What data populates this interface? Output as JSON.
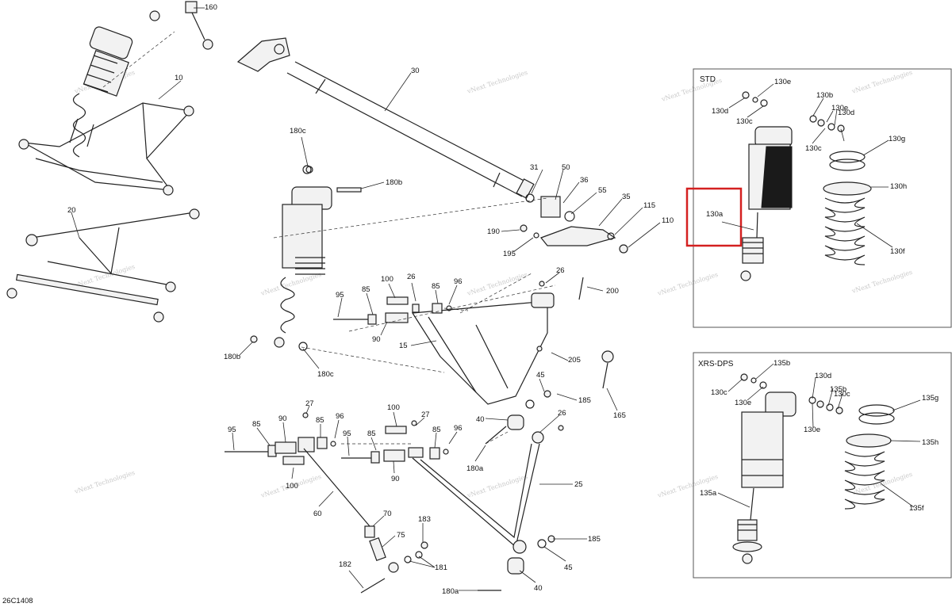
{
  "diagram_id": "26C1408",
  "watermark": "vNext Technologies",
  "panels": {
    "std": "STD",
    "xrs": "XRS-DPS"
  },
  "colors": {
    "highlight": "#d42020",
    "line": "#222222"
  },
  "callouts": [
    {
      "id": "c160",
      "label": "160"
    },
    {
      "id": "c10",
      "label": "10"
    },
    {
      "id": "c30",
      "label": "30"
    },
    {
      "id": "c20",
      "label": "20"
    },
    {
      "id": "c180c_a",
      "label": "180c"
    },
    {
      "id": "c180b_a",
      "label": "180b"
    },
    {
      "id": "c31",
      "label": "31"
    },
    {
      "id": "c50",
      "label": "50"
    },
    {
      "id": "c36",
      "label": "36"
    },
    {
      "id": "c55",
      "label": "55"
    },
    {
      "id": "c35",
      "label": "35"
    },
    {
      "id": "c115",
      "label": "115"
    },
    {
      "id": "c110",
      "label": "110"
    },
    {
      "id": "c190",
      "label": "190"
    },
    {
      "id": "c195",
      "label": "195"
    },
    {
      "id": "c26_a",
      "label": "26"
    },
    {
      "id": "c26_b",
      "label": "26"
    },
    {
      "id": "c100_a",
      "label": "100"
    },
    {
      "id": "c85_a",
      "label": "85"
    },
    {
      "id": "c85_b",
      "label": "85"
    },
    {
      "id": "c96_a",
      "label": "96"
    },
    {
      "id": "c200",
      "label": "200"
    },
    {
      "id": "c95_a",
      "label": "95"
    },
    {
      "id": "c90_a",
      "label": "90"
    },
    {
      "id": "c15",
      "label": "15"
    },
    {
      "id": "c180b_b",
      "label": "180b"
    },
    {
      "id": "c180c_b",
      "label": "180c"
    },
    {
      "id": "c205",
      "label": "205"
    },
    {
      "id": "c45_a",
      "label": "45"
    },
    {
      "id": "c185_a",
      "label": "185"
    },
    {
      "id": "c165",
      "label": "165"
    },
    {
      "id": "c40_a",
      "label": "40"
    },
    {
      "id": "c26_c",
      "label": "26"
    },
    {
      "id": "c27_a",
      "label": "27"
    },
    {
      "id": "c27_b",
      "label": "27"
    },
    {
      "id": "c95_b",
      "label": "95"
    },
    {
      "id": "c85_c",
      "label": "85"
    },
    {
      "id": "c90_b",
      "label": "90"
    },
    {
      "id": "c85_d",
      "label": "85"
    },
    {
      "id": "c96_b",
      "label": "96"
    },
    {
      "id": "c100_b",
      "label": "100"
    },
    {
      "id": "c95_c",
      "label": "95"
    },
    {
      "id": "c85_e",
      "label": "85"
    },
    {
      "id": "c85_f",
      "label": "85"
    },
    {
      "id": "c96_c",
      "label": "96"
    },
    {
      "id": "c100_c",
      "label": "100"
    },
    {
      "id": "c90_c",
      "label": "90"
    },
    {
      "id": "c180a_a",
      "label": "180a"
    },
    {
      "id": "c25",
      "label": "25"
    },
    {
      "id": "c60",
      "label": "60"
    },
    {
      "id": "c70",
      "label": "70"
    },
    {
      "id": "c183",
      "label": "183"
    },
    {
      "id": "c75",
      "label": "75"
    },
    {
      "id": "c182",
      "label": "182"
    },
    {
      "id": "c181",
      "label": "181"
    },
    {
      "id": "c185_b",
      "label": "185"
    },
    {
      "id": "c45_b",
      "label": "45"
    },
    {
      "id": "c180a_b",
      "label": "180a"
    },
    {
      "id": "c40_b",
      "label": "40"
    },
    {
      "id": "c130e_a",
      "label": "130e"
    },
    {
      "id": "c130d_a",
      "label": "130d"
    },
    {
      "id": "c130c_a",
      "label": "130c"
    },
    {
      "id": "c130b",
      "label": "130b"
    },
    {
      "id": "c130e_b",
      "label": "130e"
    },
    {
      "id": "c130d_b",
      "label": "130d"
    },
    {
      "id": "c130c_b",
      "label": "130c"
    },
    {
      "id": "c130g",
      "label": "130g"
    },
    {
      "id": "c130h",
      "label": "130h"
    },
    {
      "id": "c130a",
      "label": "130a"
    },
    {
      "id": "c130f",
      "label": "130f"
    },
    {
      "id": "c135b_a",
      "label": "135b"
    },
    {
      "id": "c130d_c",
      "label": "130d"
    },
    {
      "id": "c135b_b",
      "label": "135b"
    },
    {
      "id": "c130c_c",
      "label": "130c"
    },
    {
      "id": "c130c_d",
      "label": "130c"
    },
    {
      "id": "c130e_c",
      "label": "130e"
    },
    {
      "id": "c130e_d",
      "label": "130e"
    },
    {
      "id": "c135g",
      "label": "135g"
    },
    {
      "id": "c135h",
      "label": "135h"
    },
    {
      "id": "c135a",
      "label": "135a"
    },
    {
      "id": "c135f",
      "label": "135f"
    }
  ]
}
